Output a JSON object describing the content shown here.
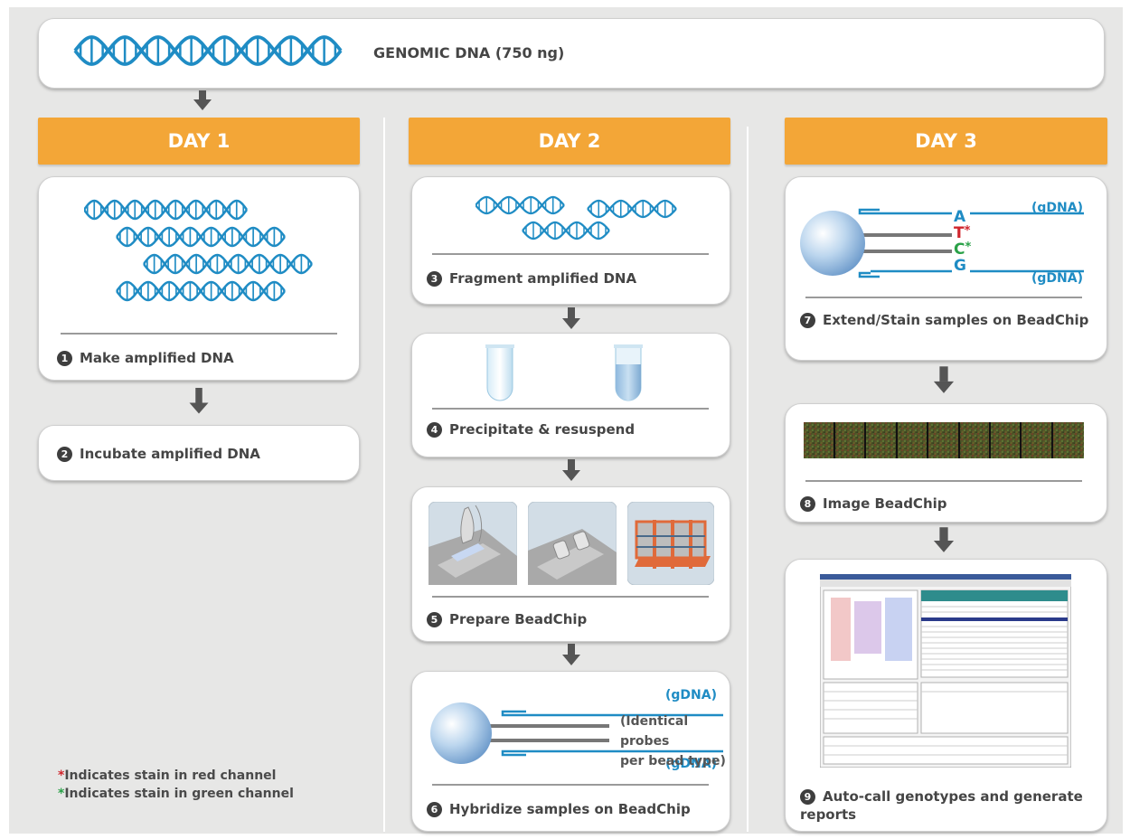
{
  "top": {
    "title": "GENOMIC DNA (750 ng)"
  },
  "days": [
    "DAY 1",
    "DAY 2",
    "DAY 3"
  ],
  "steps": [
    {
      "num": "1",
      "label": "Make amplified DNA"
    },
    {
      "num": "2",
      "label": "Incubate amplified DNA"
    },
    {
      "num": "3",
      "label": "Fragment amplified DNA"
    },
    {
      "num": "4",
      "label": "Precipitate & resuspend"
    },
    {
      "num": "5",
      "label": "Prepare BeadChip"
    },
    {
      "num": "6",
      "label": "Hybridize samples on BeadChip"
    },
    {
      "num": "7",
      "label": "Extend/Stain samples on BeadChip"
    },
    {
      "num": "8",
      "label": "Image BeadChip"
    },
    {
      "num": "9",
      "label": "Auto-call genotypes and generate reports"
    }
  ],
  "hyb": {
    "gdna_top": "(gDNA)",
    "gdna_bottom": "(gDNA)",
    "probe_note_1": "(Identical probes",
    "probe_note_2": "per bead type)"
  },
  "extend": {
    "gdna_top": "(gDNA)",
    "gdna_bottom": "(gDNA)",
    "bases": [
      "A",
      "T",
      "C",
      "G"
    ]
  },
  "legend": {
    "star": "*",
    "red": "Indicates stain in red channel",
    "green": "Indicates stain in green channel"
  },
  "colors": {
    "day_header": "#f3a637",
    "dna": "#1f8cc4",
    "red_stain": "#d0262d",
    "green_stain": "#2aa148"
  }
}
